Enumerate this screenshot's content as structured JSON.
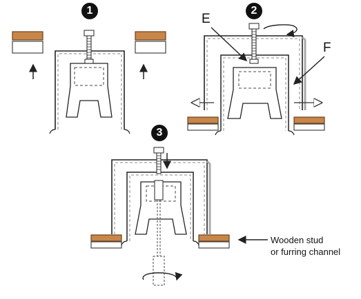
{
  "steps": [
    "1",
    "2",
    "3"
  ],
  "labels": {
    "e": "E",
    "f": "F",
    "callout_line1": "Wooden stud",
    "callout_line2": "or furring channel"
  },
  "colors": {
    "wood": "#c8864a",
    "wood_dark": "#8a5a2b",
    "line": "#222222",
    "shade": "#9a9a9a"
  },
  "icons": {
    "rotation": "rotation-arrow-icon",
    "arrow_up": "arrow-up-icon",
    "arrow_down": "arrow-down-icon",
    "arrow_horizontal": "double-arrow-icon"
  }
}
